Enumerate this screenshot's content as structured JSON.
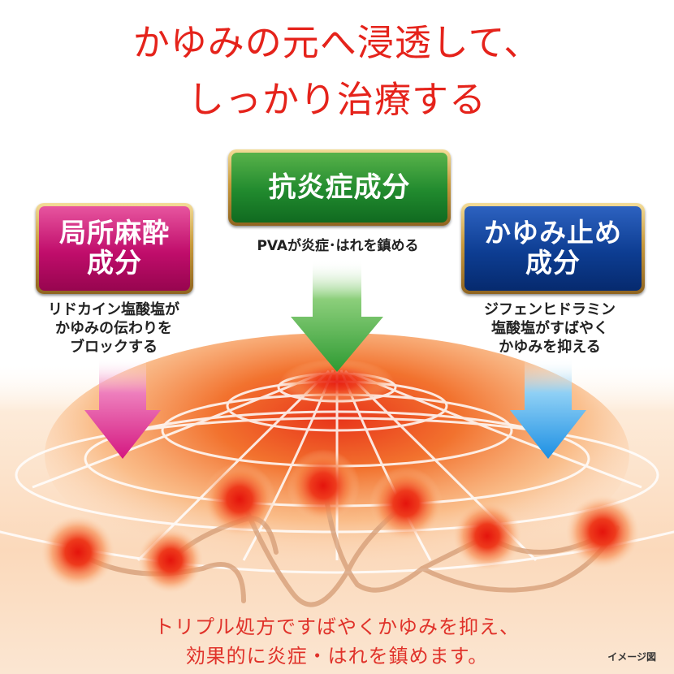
{
  "headline": {
    "line1": "かゆみの元へ浸透して、",
    "line2": "しっかり治療する"
  },
  "ingredients": {
    "local_anesthetic": {
      "title_line1": "局所麻酔",
      "title_line2": "成分",
      "desc_line1": "リドカイン塩酸塩が",
      "desc_line2": "かゆみの伝わりを",
      "desc_line3": "ブロックする",
      "color": "#c00d6b"
    },
    "anti_inflammatory": {
      "title": "抗炎症成分",
      "desc": "PVAが炎症･はれを鎮める",
      "color": "#218a2e"
    },
    "anti_itch": {
      "title_line1": "かゆみ止め",
      "title_line2": "成分",
      "desc_line1": "ジフェンヒドラミン",
      "desc_line2": "塩酸塩がすばやく",
      "desc_line3": "かゆみを抑える",
      "color": "#0d3d92"
    }
  },
  "footer": {
    "line1": "トリプル処方ですばやくかゆみを抑え、",
    "line2": "効果的に炎症・はれを鎮めます。",
    "note": "イメージ図"
  },
  "colors": {
    "headline": "#e5231b",
    "footer": "#e0322a",
    "badge_border": "#c99a3c"
  }
}
